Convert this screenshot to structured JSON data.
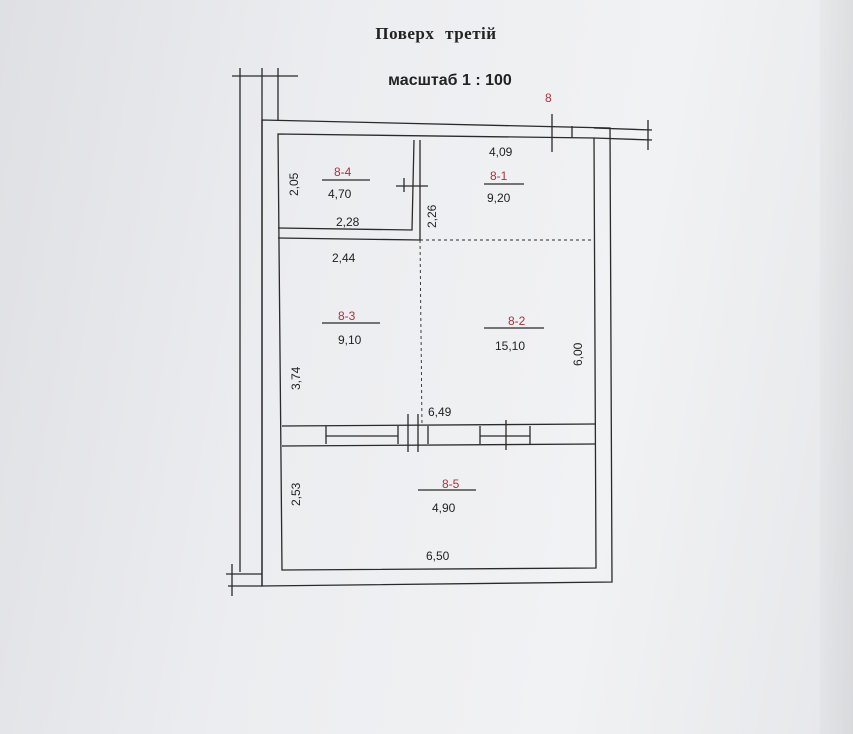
{
  "title": "Поверх  третій",
  "scale": "масштаб 1 : 100",
  "building_number": "8",
  "rooms": [
    {
      "id": "8-4",
      "area": "4,70"
    },
    {
      "id": "8-1",
      "area": "9,20"
    },
    {
      "id": "8-3",
      "area": "9,10"
    },
    {
      "id": "8-2",
      "area": "15,10"
    },
    {
      "id": "8-5",
      "area": "4,90"
    }
  ],
  "dimensions": {
    "d_409": "4,09",
    "d_205": "2,05",
    "d_228": "2,28",
    "d_226": "2,26",
    "d_244": "2,44",
    "d_374": "3,74",
    "d_600": "6,00",
    "d_649": "6,49",
    "d_253": "2,53",
    "d_650": "6,50"
  },
  "colors": {
    "room_id": "#b0303a",
    "lines": "#2a2a2a",
    "text": "#222222"
  }
}
